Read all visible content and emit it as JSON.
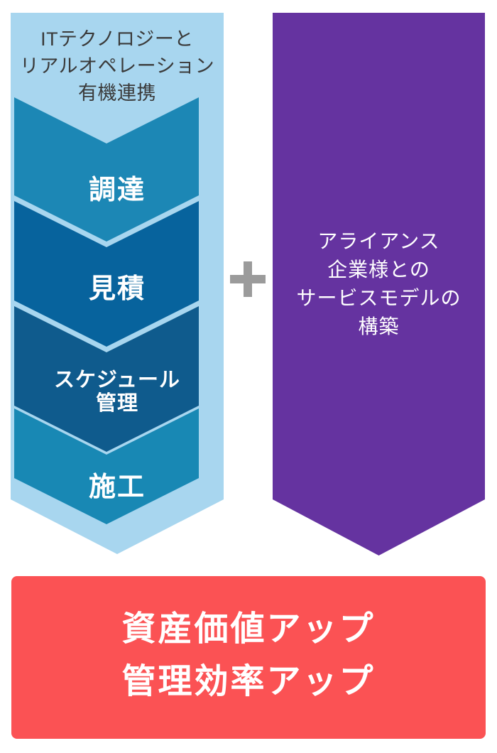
{
  "left_banner": {
    "background": "#A8D6EF",
    "heading_lines": [
      "ITテクノロジーと",
      "リアルオペレーション",
      "有機連携"
    ],
    "heading_color": "#3A3A3A",
    "steps": [
      {
        "label": "調達",
        "color": "#1C87B5"
      },
      {
        "label": "見積",
        "color": "#07639D"
      },
      {
        "lines": [
          "スケジュール",
          "管理"
        ],
        "color": "#0F5B8D"
      },
      {
        "label": "施工",
        "color": "#1888B4"
      }
    ]
  },
  "plus": {
    "color": "#9B9B9B"
  },
  "right_banner": {
    "background": "#6533A0",
    "lines": [
      "アライアンス",
      "企業様との",
      "サービスモデルの",
      "構築"
    ]
  },
  "result_box": {
    "background": "#FB5254",
    "lines": [
      "資産価値アップ",
      "管理効率アップ"
    ]
  }
}
